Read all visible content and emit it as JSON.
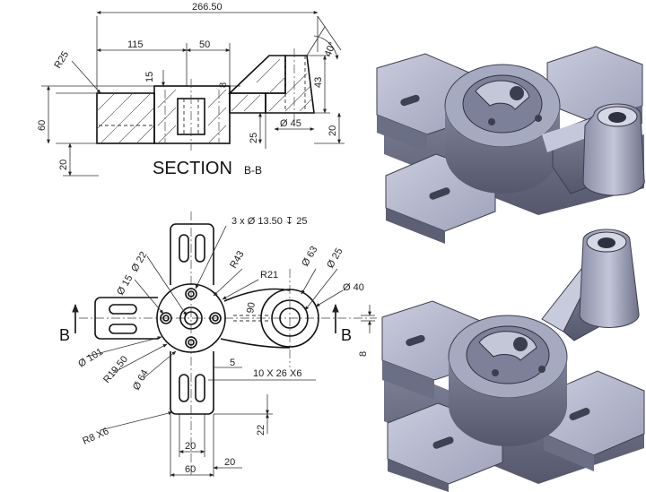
{
  "section_view": {
    "title": "SECTION",
    "title_suffix": "B-B",
    "dims": {
      "overall": "266.50",
      "d115": "115",
      "d50": "50",
      "r25": "R25",
      "angle": "40°",
      "d15": "15",
      "d8": "8",
      "d43": "43",
      "d60": "60",
      "d20_left": "20",
      "d25": "25",
      "phi45": "Ø 45",
      "d20_right": "20"
    }
  },
  "top_view": {
    "cut_left": "B",
    "cut_right": "B",
    "dims": {
      "holes": "3 x Ø 13.50 ↧ 25",
      "phi22": "Ø 22",
      "phi15": "Ø 15",
      "r43": "R43",
      "r21": "R21",
      "phi63": "Ø 63",
      "phi25": "Ø 25",
      "d90": "90",
      "phi40": "Ø 40",
      "d8": "8",
      "phi101": "Ø 101",
      "r1950": "R19.50",
      "phi64": "Ø 64",
      "d5": "5",
      "slots": "10 X 26 X6",
      "r8": "R8 X6",
      "d22": "22",
      "d20_a": "20",
      "d20_b": "20",
      "d60": "60"
    }
  },
  "colors": {
    "line": "#111111",
    "model_light": "#b4b8cc",
    "model_mid": "#8d92aa",
    "model_dark": "#5e6178"
  }
}
